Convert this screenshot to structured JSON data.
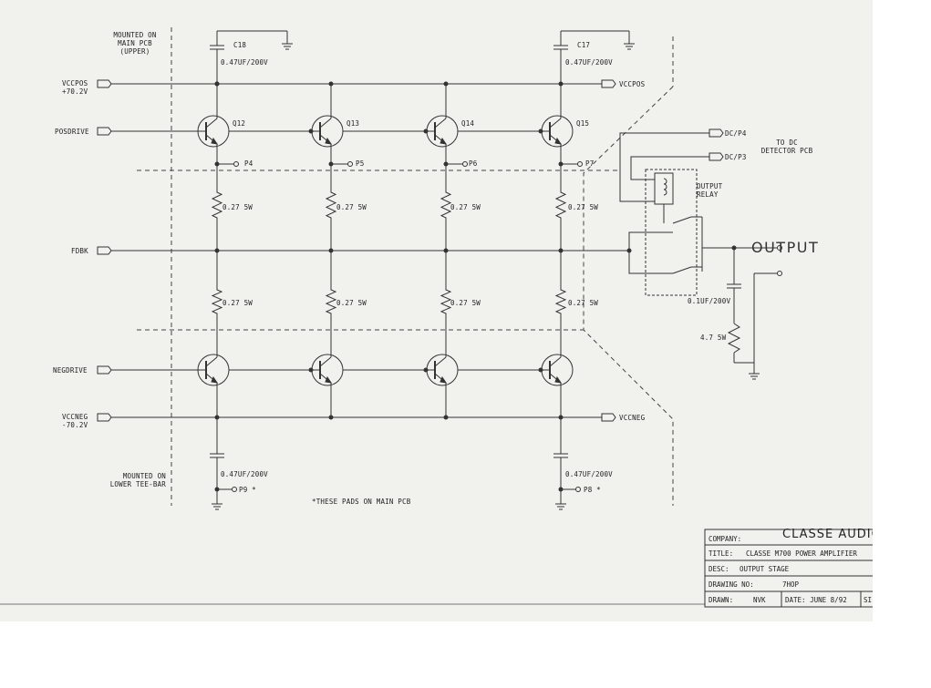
{
  "notes": {
    "upper_mount": [
      "MOUNTED ON",
      "MAIN PCB",
      "(UPPER)"
    ],
    "lower_mount": [
      "MOUNTED ON",
      "LOWER TEE-BAR"
    ],
    "pads_note": "*THESE PADS ON MAIN PCB",
    "to_dc": [
      "TO DC",
      "DETECTOR PCB"
    ],
    "output_relay": [
      "OUTPUT",
      "RELAY"
    ]
  },
  "ports": {
    "vccpos_in": [
      "VCCPOS",
      "+70.2V"
    ],
    "posdrive": "POSDRIVE",
    "fdbk": "FDBK",
    "negdrive": "NEGDRIVE",
    "vccneg_in": [
      "VCCNEG",
      "-70.2V"
    ],
    "vccpos_out": "VCCPOS",
    "vccneg_out": "VCCNEG",
    "dc_p4": "DC/P4",
    "dc_p3": "DC/P3",
    "output": "OUTPUT"
  },
  "components": {
    "c18": "C18",
    "c18_value": "0.47UF/200V",
    "c17": "C17",
    "c17_value": "0.47UF/200V",
    "transistors": [
      "Q12",
      "Q13",
      "Q14",
      "Q15"
    ],
    "pads_top": [
      "P4",
      "P5",
      "P6",
      "P7"
    ],
    "upper_resistors": [
      "0.27 5W",
      "0.27 5W",
      "0.27 5W",
      "0.27 5W"
    ],
    "lower_resistors": [
      "0.27 5W",
      "0.27 5W",
      "0.27 5W",
      "0.27 5W"
    ],
    "cap_bottom_left": "0.47UF/200V",
    "cap_bottom_right": "0.47UF/200V",
    "pad_p9": "P9 *",
    "pad_p8": "P8 *",
    "zobel_cap": "0.1UF/200V",
    "zobel_res": "4.7 5W"
  },
  "title_block": {
    "company_label": "COMPANY:",
    "company": "CLASSE AUDIO",
    "title_label": "TITLE:",
    "title": "CLASSE M700 POWER AMPLIFIER",
    "desc_label": "DESC:",
    "desc": "OUTPUT STAGE",
    "drawing_label": "DRAWING NO:",
    "drawing": "7HOP",
    "drawn_label": "DRAWN:",
    "drawn": "NVK",
    "date": "DATE: JUNE 8/92",
    "sheet": "SI"
  }
}
